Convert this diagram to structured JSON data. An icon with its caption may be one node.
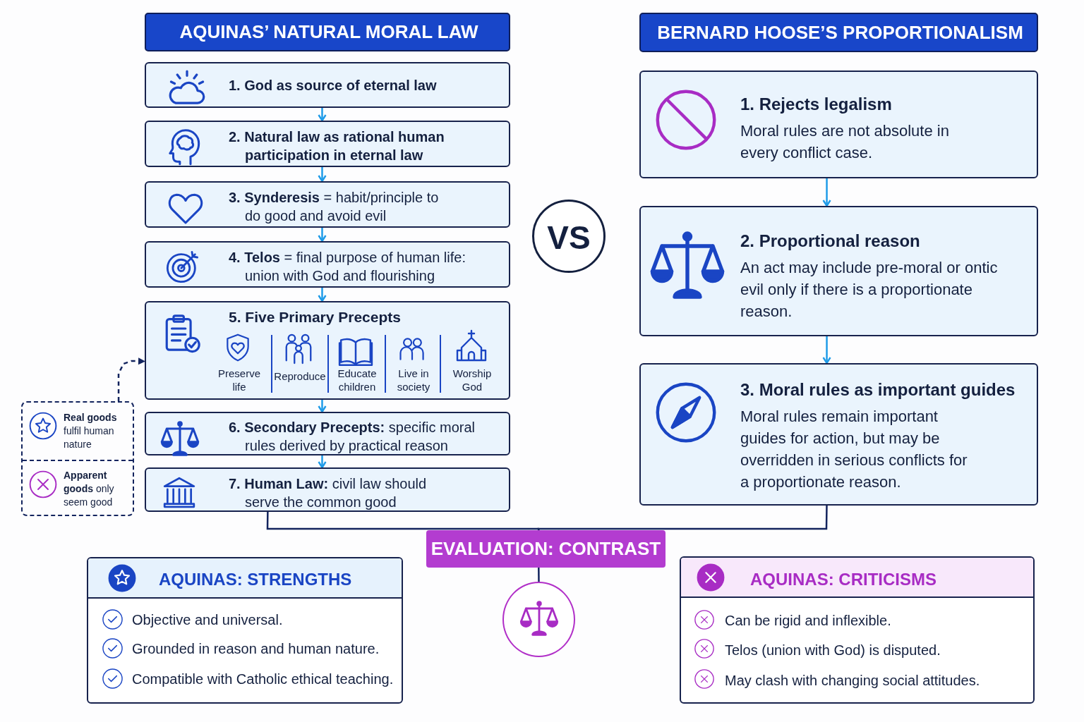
{
  "diagram": {
    "nodes": [
      {
        "text": [
          "AQUINAS’ NATURAL MORAL LAW"
        ]
      },
      {
        "text": [
          "BERNARD HOOSE’S PROPORTIONALISM"
        ]
      },
      {
        "text": [
          "1. God as source of eternal law"
        ]
      },
      {
        "text": [
          "2. Natural law as rational human participation in eternal law"
        ]
      },
      {
        "text": [
          "**3. Synderesis** = habit/principle to do good and avoid evil"
        ]
      },
      {
        "text": [
          "**4. Telos** = final purpose of human life: union with God and flourishing"
        ]
      },
      {
        "text": [
          "5. Five Primary Precepts",
          "Preserve life",
          "Reproduce",
          "Educate children",
          "Live in society",
          "Worship God"
        ]
      },
      {
        "text": [
          "**6. Secondary Precepts:** specific moral rules derived by practical reason"
        ]
      },
      {
        "text": [
          "**7. Human Law:** civil law should serve the common good"
        ]
      },
      {
        "text": [
          "**Real goods** fulfil human nature",
          "**Apparent goods** only seem good"
        ]
      },
      {
        "text": [
          "1. Rejects legalism",
          "Moral rules are not absolute in every conflict case."
        ]
      },
      {
        "text": [
          "2. Proportional reason",
          "An act may include pre-moral or ontic evil only if there is a proportionate reason."
        ]
      },
      {
        "text": [
          "3. Moral rules as important guides",
          "Moral rules remain important guides for action, but may be overridden in serious conflicts for a proportionate reason."
        ]
      },
      {
        "text": [
          "VS"
        ]
      },
      {
        "text": [
          "EVALUATION: CONTRAST"
        ]
      },
      {
        "text": [],
        "shape": "circle"
      },
      {
        "text": [
          "AQUINAS: STRENGTHS",
          "Objective and universal.",
          "Grounded in reason and human nature.",
          "Compatible with Catholic ethical teaching."
        ]
      },
      {
        "text": [
          "AQUINAS: CRITICISMS",
          "Can be rigid and inflexible.",
          "Telos (union with God) is disputed.",
          "May clash with changing social attitudes."
        ]
      }
    ],
    "edges": [
      {
        "from": 2,
        "to": 3,
        "arrow": "to"
      },
      {
        "from": 3,
        "to": 4,
        "arrow": "to"
      },
      {
        "from": 4,
        "to": 5,
        "arrow": "to"
      },
      {
        "from": 5,
        "to": 6,
        "arrow": "to"
      },
      {
        "from": 6,
        "to": 7,
        "arrow": "to"
      },
      {
        "from": 7,
        "to": 8,
        "arrow": "to"
      },
      {
        "from": 10,
        "to": 11,
        "arrow": "to"
      },
      {
        "from": 11,
        "to": 12,
        "arrow": "to"
      },
      {
        "from": 9,
        "to": 6,
        "arrow": "to",
        "style": "dashed",
        "color": "#13245e"
      },
      {
        "from": 8,
        "to": 14,
        "arrow": "none",
        "color": "#13245e"
      },
      {
        "from": 12,
        "to": 14,
        "arrow": "none",
        "color": "#13245e"
      },
      {
        "from": 14,
        "to": 15,
        "arrow": "none",
        "color": "#13245e"
      }
    ]
  }
}
